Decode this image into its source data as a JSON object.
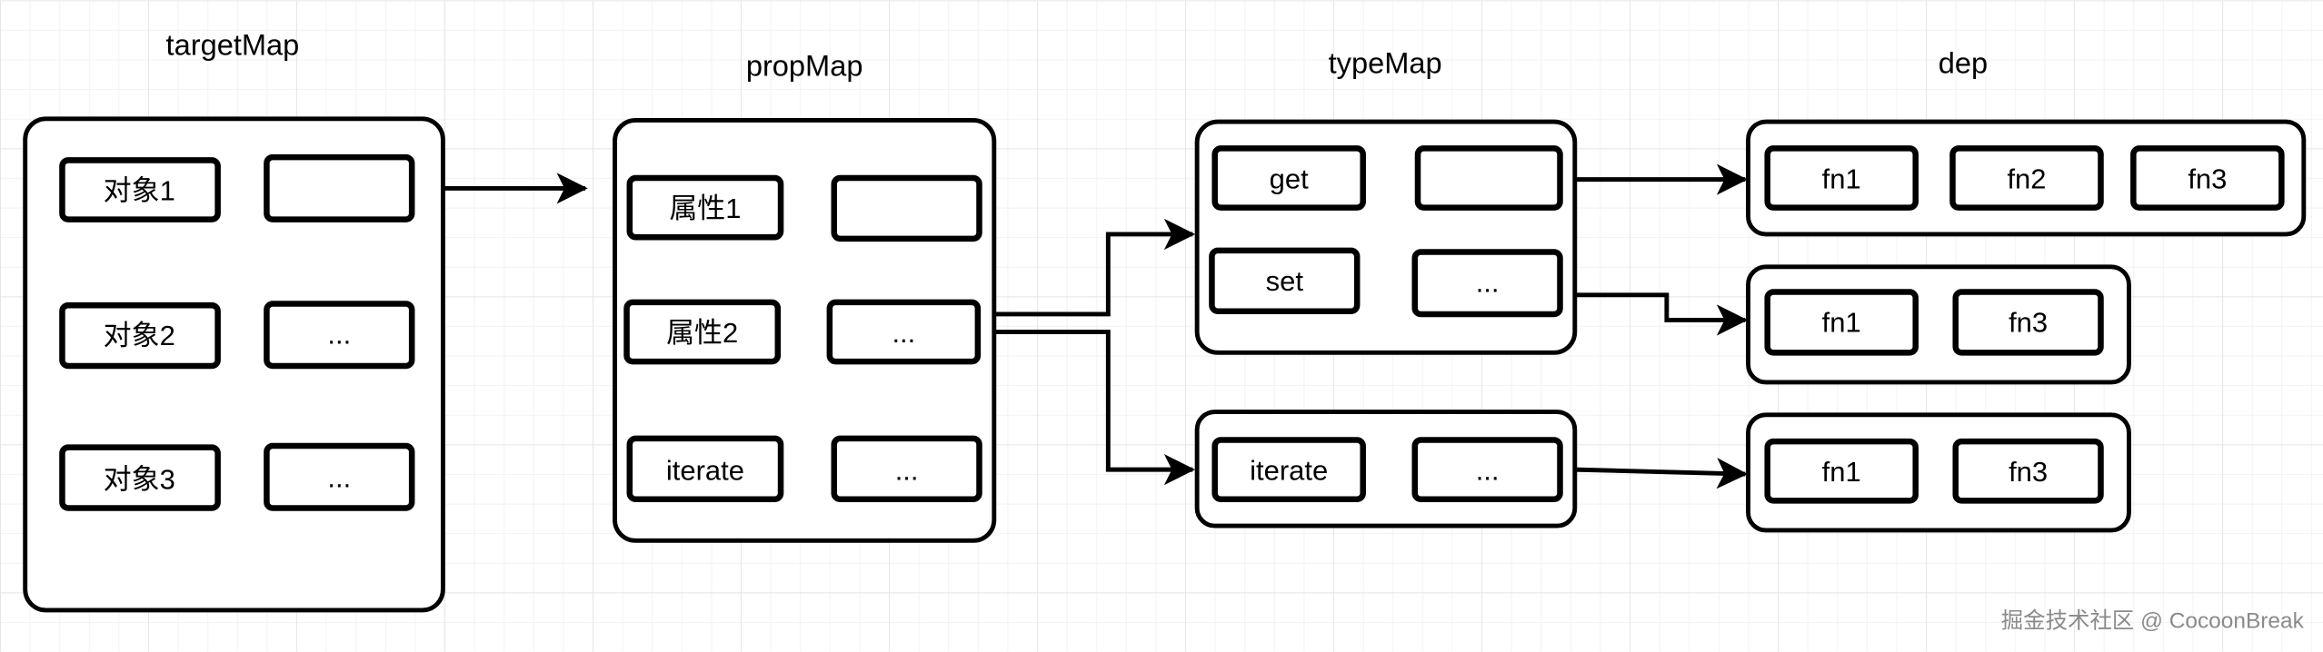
{
  "titles": {
    "target_map": "targetMap",
    "prop_map": "propMap",
    "type_map": "typeMap",
    "dep": "dep"
  },
  "target_map": {
    "rows": [
      {
        "key": "对象1",
        "value": ""
      },
      {
        "key": "对象2",
        "value": "..."
      },
      {
        "key": "对象3",
        "value": "..."
      }
    ]
  },
  "prop_map": {
    "rows": [
      {
        "key": "属性1",
        "value": ""
      },
      {
        "key": "属性2",
        "value": "..."
      },
      {
        "key": "iterate",
        "value": "..."
      }
    ]
  },
  "type_map": {
    "group1": [
      {
        "key": "get",
        "value": ""
      },
      {
        "key": "set",
        "value": "..."
      }
    ],
    "group2": [
      {
        "key": "iterate",
        "value": "..."
      }
    ]
  },
  "dep": {
    "set1": [
      "fn1",
      "fn2",
      "fn3"
    ],
    "set2": [
      "fn1",
      "fn3"
    ],
    "set3": [
      "fn1",
      "fn3"
    ]
  },
  "watermark": "掘金技术社区 @ CocoonBreak",
  "colors": {
    "stroke": "#000000",
    "grid": "#e6e6e6",
    "background": "#ffffff"
  }
}
